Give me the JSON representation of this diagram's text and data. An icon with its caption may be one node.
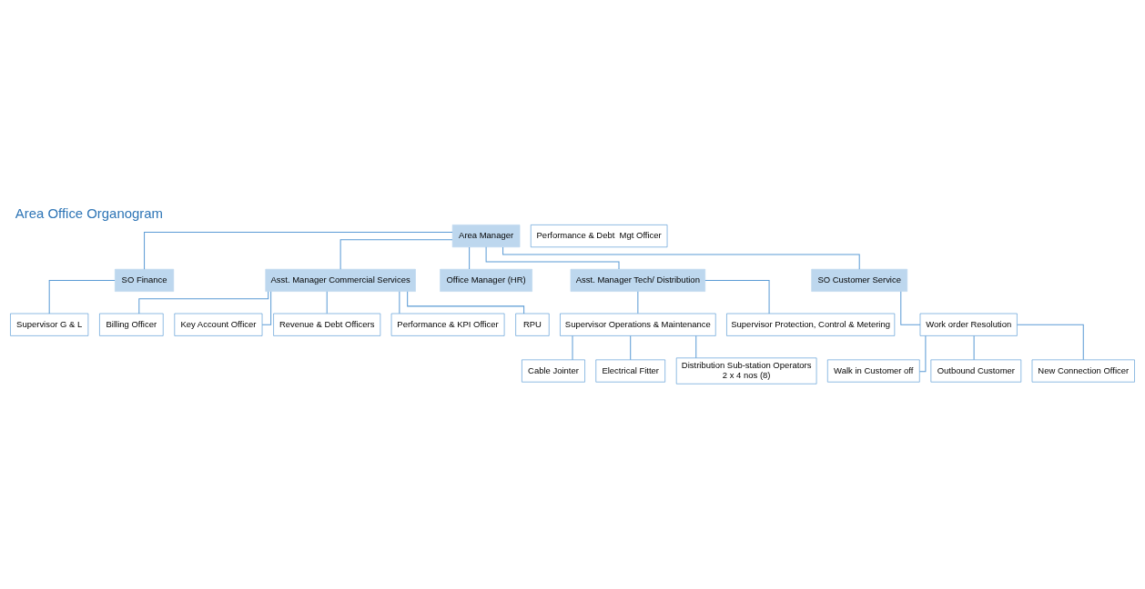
{
  "diagram": {
    "title": "Area Office Organogram",
    "nodes": [
      {
        "text": [
          "Area Manager"
        ]
      },
      {
        "text": [
          "SO Finance"
        ]
      },
      {
        "text": [
          "Asst. Manager Commercial Services"
        ]
      },
      {
        "text": [
          "Office Manager (HR)"
        ]
      },
      {
        "text": [
          "Asst. Manager Tech/ Distribution"
        ]
      },
      {
        "text": [
          "SO Customer Service"
        ]
      },
      {
        "text": [
          "Supervisor G & L"
        ]
      },
      {
        "text": [
          "Performance & Debt  Mgt Officer"
        ]
      },
      {
        "text": [
          "Billing Officer"
        ]
      },
      {
        "text": [
          "Key Account Officer"
        ]
      },
      {
        "text": [
          "Revenue & Debt Officers"
        ]
      },
      {
        "text": [
          "Performance & KPI Officer"
        ]
      },
      {
        "text": [
          "RPU"
        ]
      },
      {
        "text": [
          "Supervisor Operations & Maintenance"
        ]
      },
      {
        "text": [
          "Supervisor Protection, Control & Metering"
        ]
      },
      {
        "text": [
          "Cable Jointer"
        ]
      },
      {
        "text": [
          "Electrical Fitter"
        ]
      },
      {
        "text": [
          "Distribution Sub-station Operators",
          "2 x 4 nos (8)"
        ]
      },
      {
        "text": [
          "Work order Resolution"
        ]
      },
      {
        "text": [
          "Walk in Customer off"
        ]
      },
      {
        "text": [
          "Outbound Customer"
        ]
      },
      {
        "text": [
          "New Connection Officer"
        ]
      }
    ],
    "edges": [
      {
        "from": 0,
        "to": 1,
        "arrow": "none"
      },
      {
        "from": 0,
        "to": 2,
        "arrow": "none"
      },
      {
        "from": 0,
        "to": 3,
        "arrow": "none"
      },
      {
        "from": 0,
        "to": 4,
        "arrow": "none"
      },
      {
        "from": 0,
        "to": 5,
        "arrow": "none"
      },
      {
        "from": 1,
        "to": 6,
        "arrow": "none"
      },
      {
        "from": 2,
        "to": 8,
        "arrow": "none"
      },
      {
        "from": 2,
        "to": 9,
        "arrow": "none"
      },
      {
        "from": 2,
        "to": 10,
        "arrow": "none"
      },
      {
        "from": 2,
        "to": 11,
        "arrow": "none"
      },
      {
        "from": 2,
        "to": 12,
        "arrow": "none"
      },
      {
        "from": 4,
        "to": 13,
        "arrow": "none"
      },
      {
        "from": 4,
        "to": 14,
        "arrow": "none"
      },
      {
        "from": 13,
        "to": 15,
        "arrow": "none"
      },
      {
        "from": 13,
        "to": 16,
        "arrow": "none"
      },
      {
        "from": 13,
        "to": 17,
        "arrow": "none"
      },
      {
        "from": 5,
        "to": 18,
        "arrow": "none"
      },
      {
        "from": 18,
        "to": 19,
        "arrow": "none"
      },
      {
        "from": 18,
        "to": 20,
        "arrow": "none"
      },
      {
        "from": 18,
        "to": 21,
        "arrow": "none"
      }
    ]
  }
}
